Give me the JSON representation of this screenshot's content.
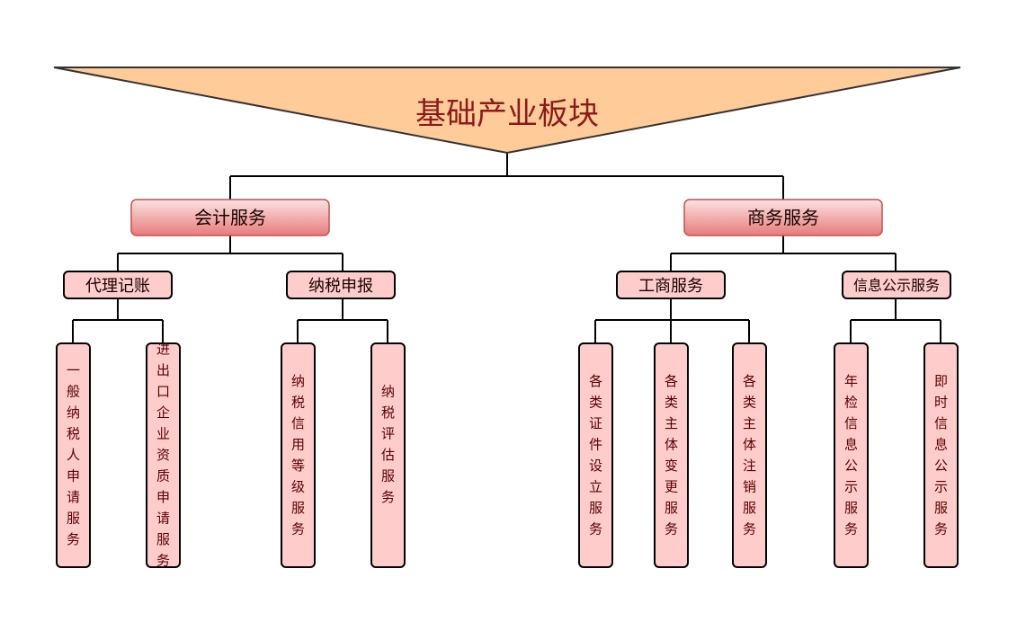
{
  "title": "基础产业板块",
  "branches": [
    {
      "label": "会计服务",
      "children": [
        {
          "label": "代理记账",
          "leaves": [
            "一般纳税人申请服务",
            "进出口企业资质申请服务"
          ]
        },
        {
          "label": "纳税申报",
          "leaves": [
            "纳税信用等级服务",
            "纳税评估服务"
          ]
        }
      ]
    },
    {
      "label": "商务服务",
      "children": [
        {
          "label": "工商服务",
          "leaves": [
            "各类证件设立服务",
            "各类主体变更服务",
            "各类主体注销服务"
          ]
        },
        {
          "label": "信息公示服务",
          "leaves": [
            "年检信息公示服务",
            "即时信息公示服务"
          ]
        }
      ]
    }
  ],
  "colors": {
    "title_fill": "#ffcc99",
    "branch_top": "#fbe3e3",
    "branch_bottom": "#e87a7a",
    "node_fill": "#ffcccc",
    "stroke": "#000000"
  }
}
